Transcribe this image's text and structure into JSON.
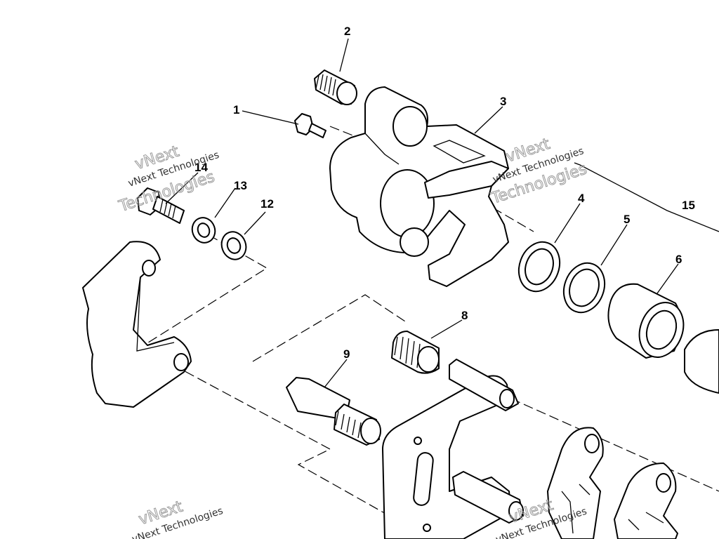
{
  "callouts": {
    "c1": "1",
    "c2": "2",
    "c3": "3",
    "c4": "4",
    "c5": "5",
    "c6": "6",
    "c8": "8",
    "c9": "9",
    "c12": "12",
    "c13": "13",
    "c14": "14",
    "c15": "15"
  },
  "watermark": {
    "brand": "vNext",
    "text": "vNext Technologies",
    "word": "Technologies"
  }
}
